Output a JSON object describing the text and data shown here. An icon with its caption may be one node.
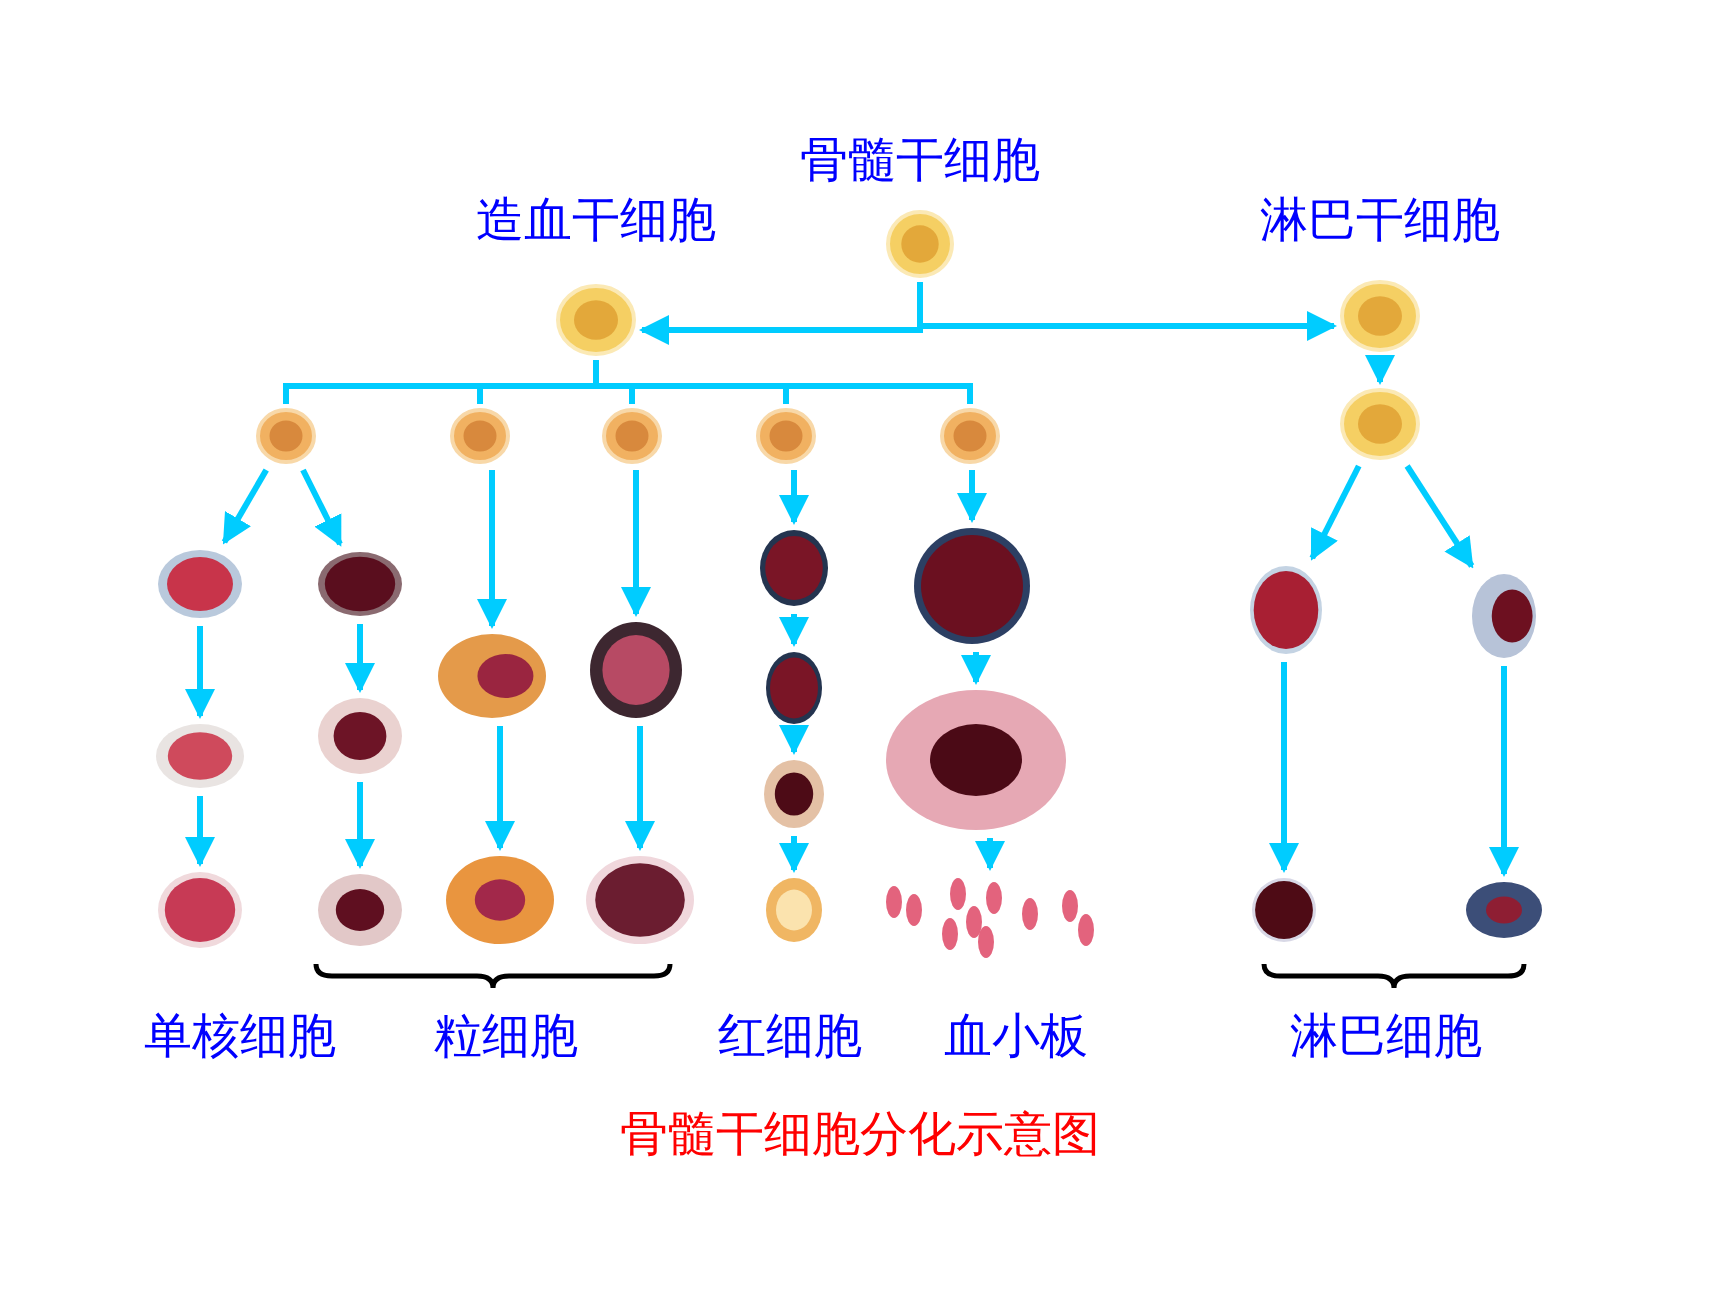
{
  "diagram": {
    "caption": "骨髓干细胞分化示意图",
    "nodes": [
      {
        "text": [
          "骨髓干细胞"
        ]
      },
      {
        "text": [
          "造血干细胞"
        ]
      },
      {
        "text": [
          "淋巴干细胞"
        ]
      },
      {
        "text": [],
        "shape": "picture"
      },
      {
        "text": [],
        "shape": "picture"
      },
      {
        "text": [],
        "shape": "picture"
      },
      {
        "text": [],
        "shape": "picture"
      },
      {
        "text": [],
        "shape": "picture"
      },
      {
        "text": [],
        "shape": "picture"
      },
      {
        "text": [],
        "shape": "picture"
      },
      {
        "text": [],
        "shape": "picture"
      },
      {
        "text": [],
        "shape": "picture"
      },
      {
        "text": [],
        "shape": "picture"
      },
      {
        "text": [],
        "shape": "picture"
      },
      {
        "text": [],
        "shape": "picture"
      },
      {
        "text": [],
        "shape": "picture"
      },
      {
        "text": [],
        "shape": "picture"
      },
      {
        "text": [],
        "shape": "picture"
      },
      {
        "text": [],
        "shape": "picture"
      },
      {
        "text": [],
        "shape": "picture"
      },
      {
        "text": [],
        "shape": "picture"
      },
      {
        "text": [],
        "shape": "picture"
      },
      {
        "text": [],
        "shape": "picture"
      },
      {
        "text": [],
        "shape": "picture"
      },
      {
        "text": [],
        "shape": "picture"
      },
      {
        "text": [],
        "shape": "picture"
      },
      {
        "text": [],
        "shape": "picture"
      },
      {
        "text": [],
        "shape": "picture"
      },
      {
        "text": [],
        "shape": "picture"
      },
      {
        "text": [],
        "shape": "picture"
      }
    ],
    "edges": [
      {
        "from": 0,
        "to": 1,
        "arrow": "to"
      },
      {
        "from": 0,
        "to": 2,
        "arrow": "to"
      },
      {
        "from": 1,
        "to": 4,
        "arrow": "none"
      },
      {
        "from": 1,
        "to": 5,
        "arrow": "none"
      },
      {
        "from": 1,
        "to": 6,
        "arrow": "none"
      },
      {
        "from": 1,
        "to": 7,
        "arrow": "none"
      },
      {
        "from": 1,
        "to": 8,
        "arrow": "none"
      },
      {
        "from": 2,
        "to": 3,
        "arrow": "to"
      },
      {
        "from": 4,
        "to": 9,
        "arrow": "to"
      },
      {
        "from": 4,
        "to": 12,
        "arrow": "to"
      },
      {
        "from": 9,
        "to": 10,
        "arrow": "to"
      },
      {
        "from": 10,
        "to": 11,
        "arrow": "to"
      },
      {
        "from": 12,
        "to": 13,
        "arrow": "to"
      },
      {
        "from": 13,
        "to": 14,
        "arrow": "to"
      },
      {
        "from": 5,
        "to": 15,
        "arrow": "to"
      },
      {
        "from": 15,
        "to": 16,
        "arrow": "to"
      },
      {
        "from": 6,
        "to": 17,
        "arrow": "to"
      },
      {
        "from": 17,
        "to": 18,
        "arrow": "to"
      },
      {
        "from": 7,
        "to": 19,
        "arrow": "to"
      },
      {
        "from": 19,
        "to": 20,
        "arrow": "to"
      },
      {
        "from": 20,
        "to": 21,
        "arrow": "to"
      },
      {
        "from": 21,
        "to": 22,
        "arrow": "to"
      },
      {
        "from": 8,
        "to": 23,
        "arrow": "to"
      },
      {
        "from": 23,
        "to": 24,
        "arrow": "to"
      },
      {
        "from": 24,
        "to": 25,
        "arrow": "to"
      },
      {
        "from": 3,
        "to": 26,
        "arrow": "to"
      },
      {
        "from": 3,
        "to": 27,
        "arrow": "to"
      },
      {
        "from": 26,
        "to": 28,
        "arrow": "to"
      },
      {
        "from": 27,
        "to": 29,
        "arrow": "to"
      }
    ],
    "labels": [
      "单核细胞",
      "粒细胞",
      "红细胞",
      "血小板",
      "淋巴细胞"
    ]
  }
}
